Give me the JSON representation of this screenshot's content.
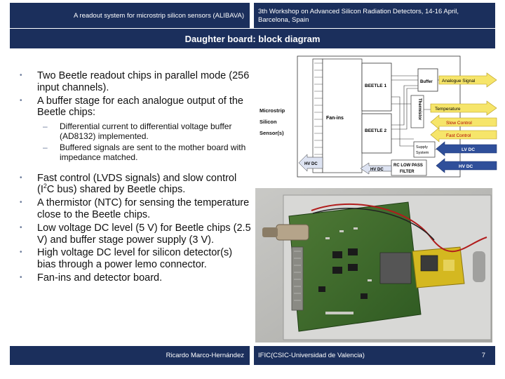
{
  "header": {
    "left_text": "A readout system for microstrip silicon sensors (ALIBAVA)",
    "right_line1": "3th Workshop on Advanced Silicon Radiation Detectors, 14-16 April,",
    "right_line2": "Barcelona, Spain"
  },
  "title": "Daughter board: block diagram",
  "bullets": {
    "b1": "Two Beetle readout chips in parallel mode (256 input channels).",
    "b2": "A buffer stage for each analogue output of the Beetle chips:",
    "sub1": "Differential current to differential voltage buffer (AD8132) implemented.",
    "sub2": "Buffered signals are sent to the mother board with impedance matched.",
    "b3_pre": "Fast control (LVDS signals) and slow control (I",
    "b3_sup": "2",
    "b3_post": "C bus) shared by Beetle chips.",
    "b4": "A thermistor (NTC) for sensing the temperature close to the Beetle chips.",
    "b5": "Low voltage DC level (5 V) for Beetle chips (2.5 V) and buffer stage power supply (3 V).",
    "b6": "High voltage DC level for silicon detector(s) bias through a power lemo connector.",
    "b7": "Fan-ins and detector board."
  },
  "diagram": {
    "sensor_line1": "Microstrip",
    "sensor_line2": "Silicon",
    "sensor_line3": "Sensor(s)",
    "fanins": "Fan-ins",
    "beetle1": "BEETLE 1",
    "beetle2": "BEETLE 2",
    "buffer": "Buffer",
    "thermistor": "Thermistor",
    "supply_line1": "Supply",
    "supply_line2": "System",
    "filter_line1": "RC LOW PASS",
    "filter_line2": "FILTER",
    "hv_left": "HV DC",
    "hv_mid": "HV DC",
    "sig_analogue": "Analogue Signal",
    "sig_temperature": "Temperature",
    "sig_slow": "Slow Control",
    "sig_fast": "Fast Control",
    "sig_lvdc": "LV DC",
    "sig_hvdc": "HV DC",
    "colors": {
      "arrow_yellow": "#f6e56a",
      "arrow_blue": "#2f4f9a",
      "lines": "#333333"
    }
  },
  "footer": {
    "author": "Ricardo Marco-Hernández",
    "institution": "IFIC(CSIC-Universidad de Valencia)",
    "page_number": "7"
  }
}
